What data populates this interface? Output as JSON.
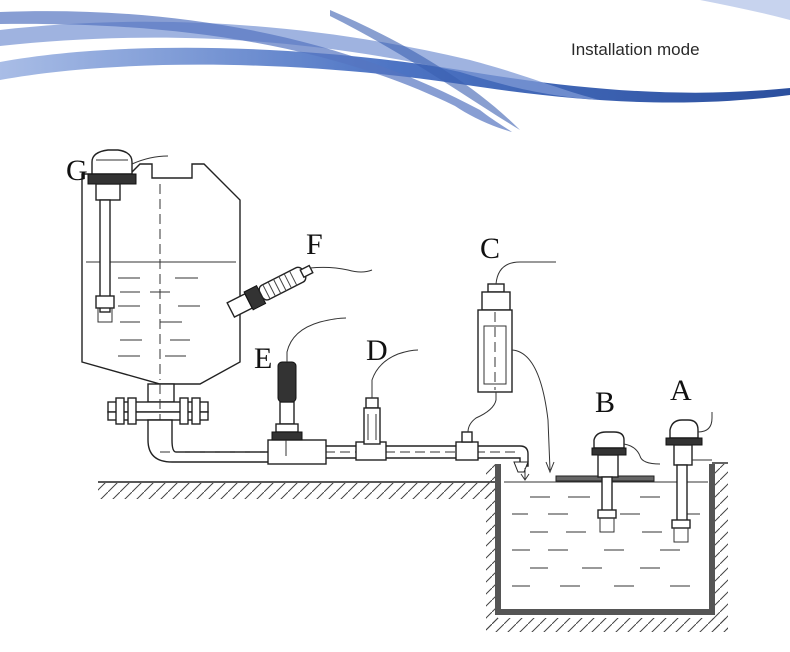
{
  "header": {
    "title": "Installation mode",
    "colors": {
      "wave_dark": "#2b4f9e",
      "wave_mid": "#4d74c4",
      "wave_light": "#a9bde6"
    }
  },
  "diagram": {
    "labels": {
      "A": "A",
      "B": "B",
      "C": "C",
      "D": "D",
      "E": "E",
      "F": "F",
      "G": "G"
    }
  }
}
